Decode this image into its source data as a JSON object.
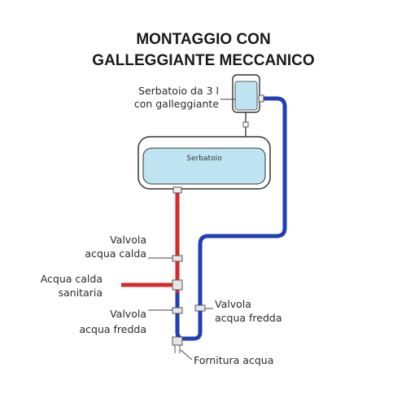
{
  "title": {
    "line1": "MONTAGGIO CON",
    "line2": "GALLEGGIANTE MECCANICO"
  },
  "labels": {
    "small_tank_line1": "Serbatoio da 3 l",
    "small_tank_line2": "con galleggiante",
    "main_tank": "Serbatoio",
    "hot_valve_line1": "Valvola",
    "hot_valve_line2": "acqua calda",
    "hot_water_line1": "Acqua calda",
    "hot_water_line2": "sanitaria",
    "cold_valve_left_line1": "Valvola",
    "cold_valve_left_line2": "acqua fredda",
    "cold_valve_right_line1": "Valvola",
    "cold_valve_right_line2": "acqua fredda",
    "supply": "Fornitura acqua"
  },
  "colors": {
    "hot_pipe": "#d42a2a",
    "cold_pipe": "#1f3fb5",
    "water": "#bde4f0",
    "outline": "#333333"
  }
}
